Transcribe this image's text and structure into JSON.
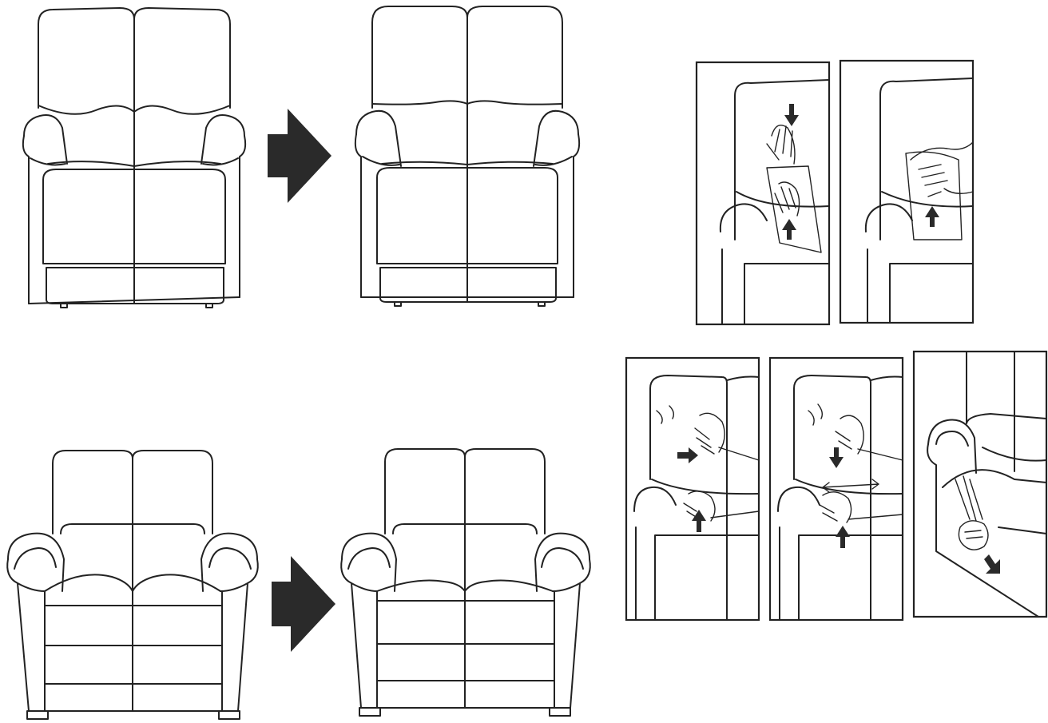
{
  "figure": {
    "panels": [
      {
        "id": "recliner-before",
        "state": "creased"
      },
      {
        "id": "recliner-after",
        "state": "smoothed"
      },
      {
        "id": "sofa-before",
        "state": "creased"
      },
      {
        "id": "sofa-after",
        "state": "smoothed"
      }
    ],
    "steps": [
      {
        "id": "step-1",
        "icon": "hand-smoothing-backrest-icon"
      },
      {
        "id": "step-2",
        "icon": "hand-pulling-cover-icon"
      },
      {
        "id": "step-3",
        "icon": "hands-smoothing-horizontal-icon"
      },
      {
        "id": "step-4",
        "icon": "hands-smoothing-seat-icon"
      },
      {
        "id": "step-5",
        "icon": "hand-tucking-arm-icon"
      }
    ],
    "colors": {
      "line": "#222222",
      "arrow": "#2a2a2a",
      "background": "#ffffff"
    }
  }
}
